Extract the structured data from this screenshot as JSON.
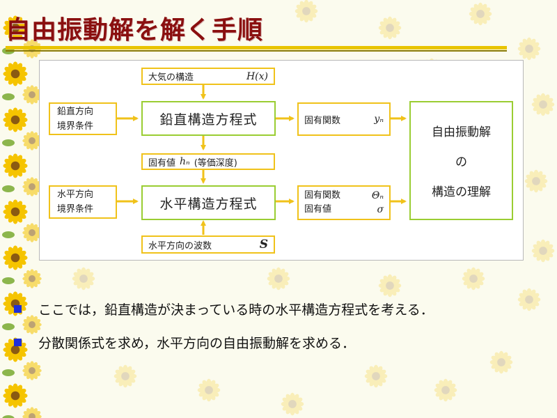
{
  "slide": {
    "title": "自由振動解を解く手順"
  },
  "diagram": {
    "boxes": {
      "atmosphere": {
        "label": "大気の構造",
        "symbol": "H(x)"
      },
      "vertical_bc": {
        "line1": "鉛直方向",
        "line2": "境界条件"
      },
      "vertical_eq": {
        "label": "鉛直構造方程式"
      },
      "vertical_out": {
        "label": "固有関数",
        "symbol": "yₙ"
      },
      "eigenvalue": {
        "label": "固有値",
        "symbol": "hₙ",
        "suffix": "(等価深度)"
      },
      "horizontal_bc": {
        "line1": "水平方向",
        "line2": "境界条件"
      },
      "horizontal_eq": {
        "label": "水平構造方程式"
      },
      "horizontal_out": {
        "label1": "固有関数",
        "symbol1": "Θₙ",
        "label2": "固有値",
        "symbol2": "σ"
      },
      "wavenumber": {
        "label": "水平方向の波数",
        "symbol": "S"
      },
      "result": {
        "line1": "自由振動解",
        "line2": "の",
        "line3": "構造の理解"
      }
    },
    "colors": {
      "box_border": "#f0c21a",
      "equation_border": "#9acd32",
      "arrow": "#f0c21a"
    }
  },
  "bullets": [
    "ここでは，鉛直構造が決まっている時の水平構造方程式を考える．",
    "分散関係式を求め，水平方向の自由振動解を求める．"
  ],
  "colors": {
    "title": "#8a0f0f",
    "bullet": "#1f2fd8",
    "background": "#fbfbee"
  },
  "decoration": {
    "icon": "sunflower-icon"
  }
}
